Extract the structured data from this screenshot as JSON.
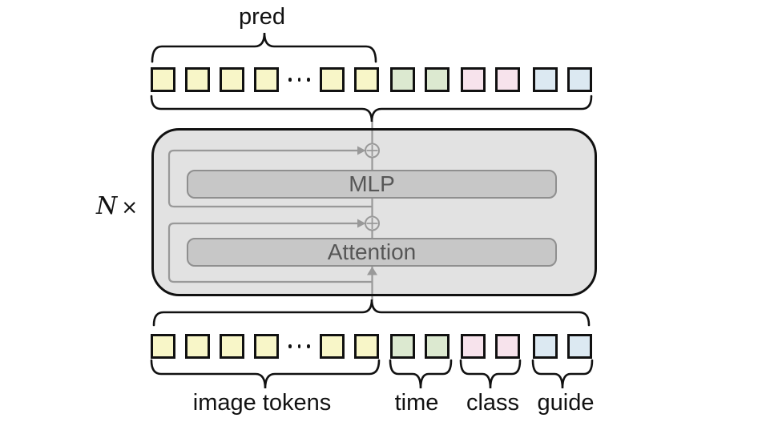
{
  "figure": {
    "pred_label": "pred",
    "repeat_label": {
      "symbol": "N",
      "times": "×"
    },
    "blocks": {
      "mlp": "MLP",
      "attention": "Attention"
    },
    "group_labels": {
      "image": "image tokens",
      "time": "time",
      "class": "class",
      "guide": "guide"
    }
  },
  "tokens": {
    "top": [
      "image",
      "image",
      "image",
      "image",
      "ellipsis",
      "image",
      "image",
      "time",
      "time",
      "class",
      "class",
      "guide",
      "guide"
    ],
    "bottom": [
      "image",
      "image",
      "image",
      "image",
      "ellipsis",
      "image",
      "image",
      "time",
      "time",
      "class",
      "class",
      "guide",
      "guide"
    ]
  },
  "colors": {
    "token_image": "#f8f6c8",
    "token_time": "#dce9d0",
    "token_class": "#f7e3ec",
    "token_guide": "#dce9f2",
    "box_fill": "#e2e2e2",
    "bar_fill": "#c7c7c7",
    "bar_border": "#8f8f8f",
    "line_gray": "#999999",
    "outline_black": "#111111"
  }
}
